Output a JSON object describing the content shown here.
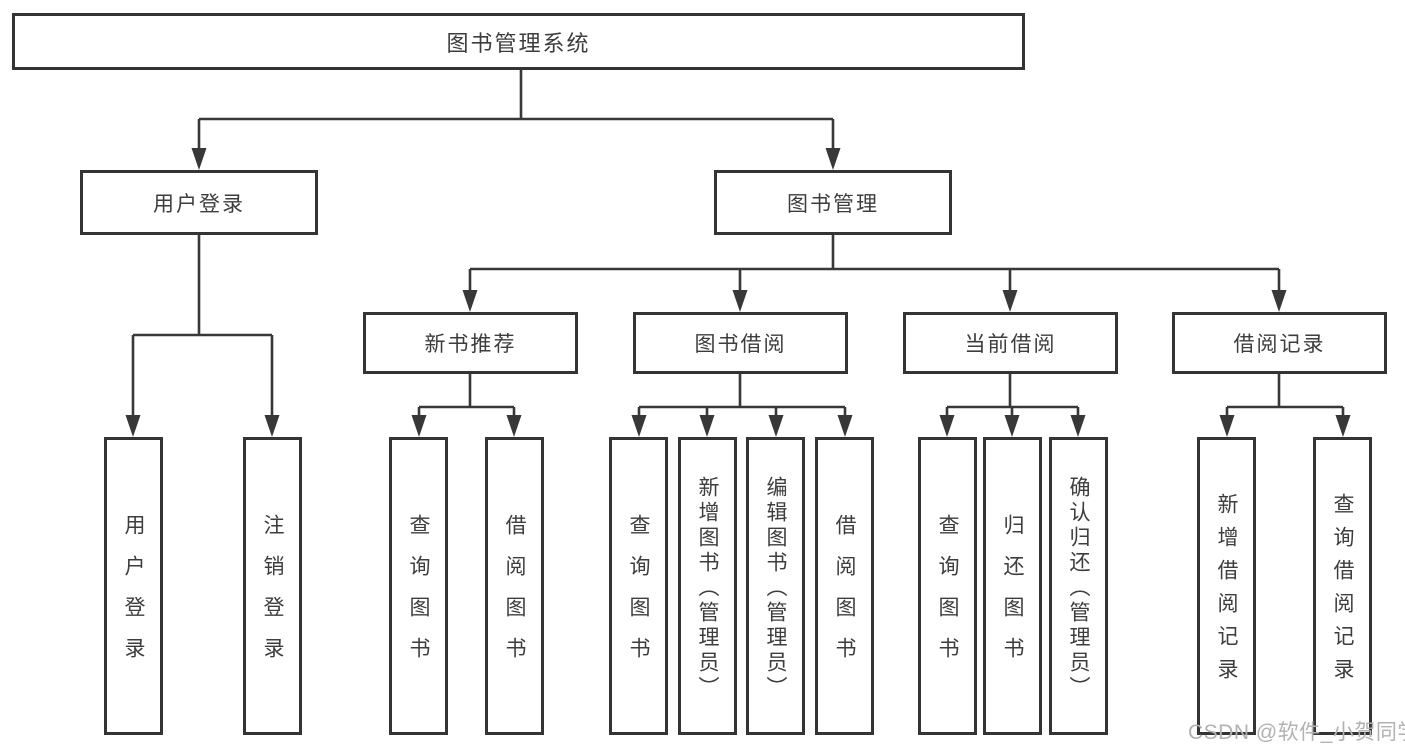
{
  "colors": {
    "line": "#383838",
    "box_border": "#343434",
    "text": "#3d3d3d",
    "watermark": "#b2b2b2",
    "background": "#ffffff"
  },
  "watermark": {
    "text": "CSDN @软件_小贺同学"
  },
  "tree": {
    "root": {
      "label": "图书管理系统",
      "children": [
        {
          "label": "用户登录",
          "children": [
            {
              "label": "用户登录"
            },
            {
              "label": "注销登录"
            }
          ]
        },
        {
          "label": "图书管理",
          "children": [
            {
              "label": "新书推荐",
              "children": [
                {
                  "label": "查询图书"
                },
                {
                  "label": "借阅图书"
                }
              ]
            },
            {
              "label": "图书借阅",
              "children": [
                {
                  "label": "查询图书"
                },
                {
                  "label": "新增图书（管理员）"
                },
                {
                  "label": "编辑图书（管理员）"
                },
                {
                  "label": "借阅图书"
                }
              ]
            },
            {
              "label": "当前借阅",
              "children": [
                {
                  "label": "查询图书"
                },
                {
                  "label": "归还图书"
                },
                {
                  "label": "确认归还（管理员）"
                }
              ]
            },
            {
              "label": "借阅记录",
              "children": [
                {
                  "label": "新增借阅记录"
                },
                {
                  "label": "查询借阅记录"
                }
              ]
            }
          ]
        }
      ]
    }
  }
}
